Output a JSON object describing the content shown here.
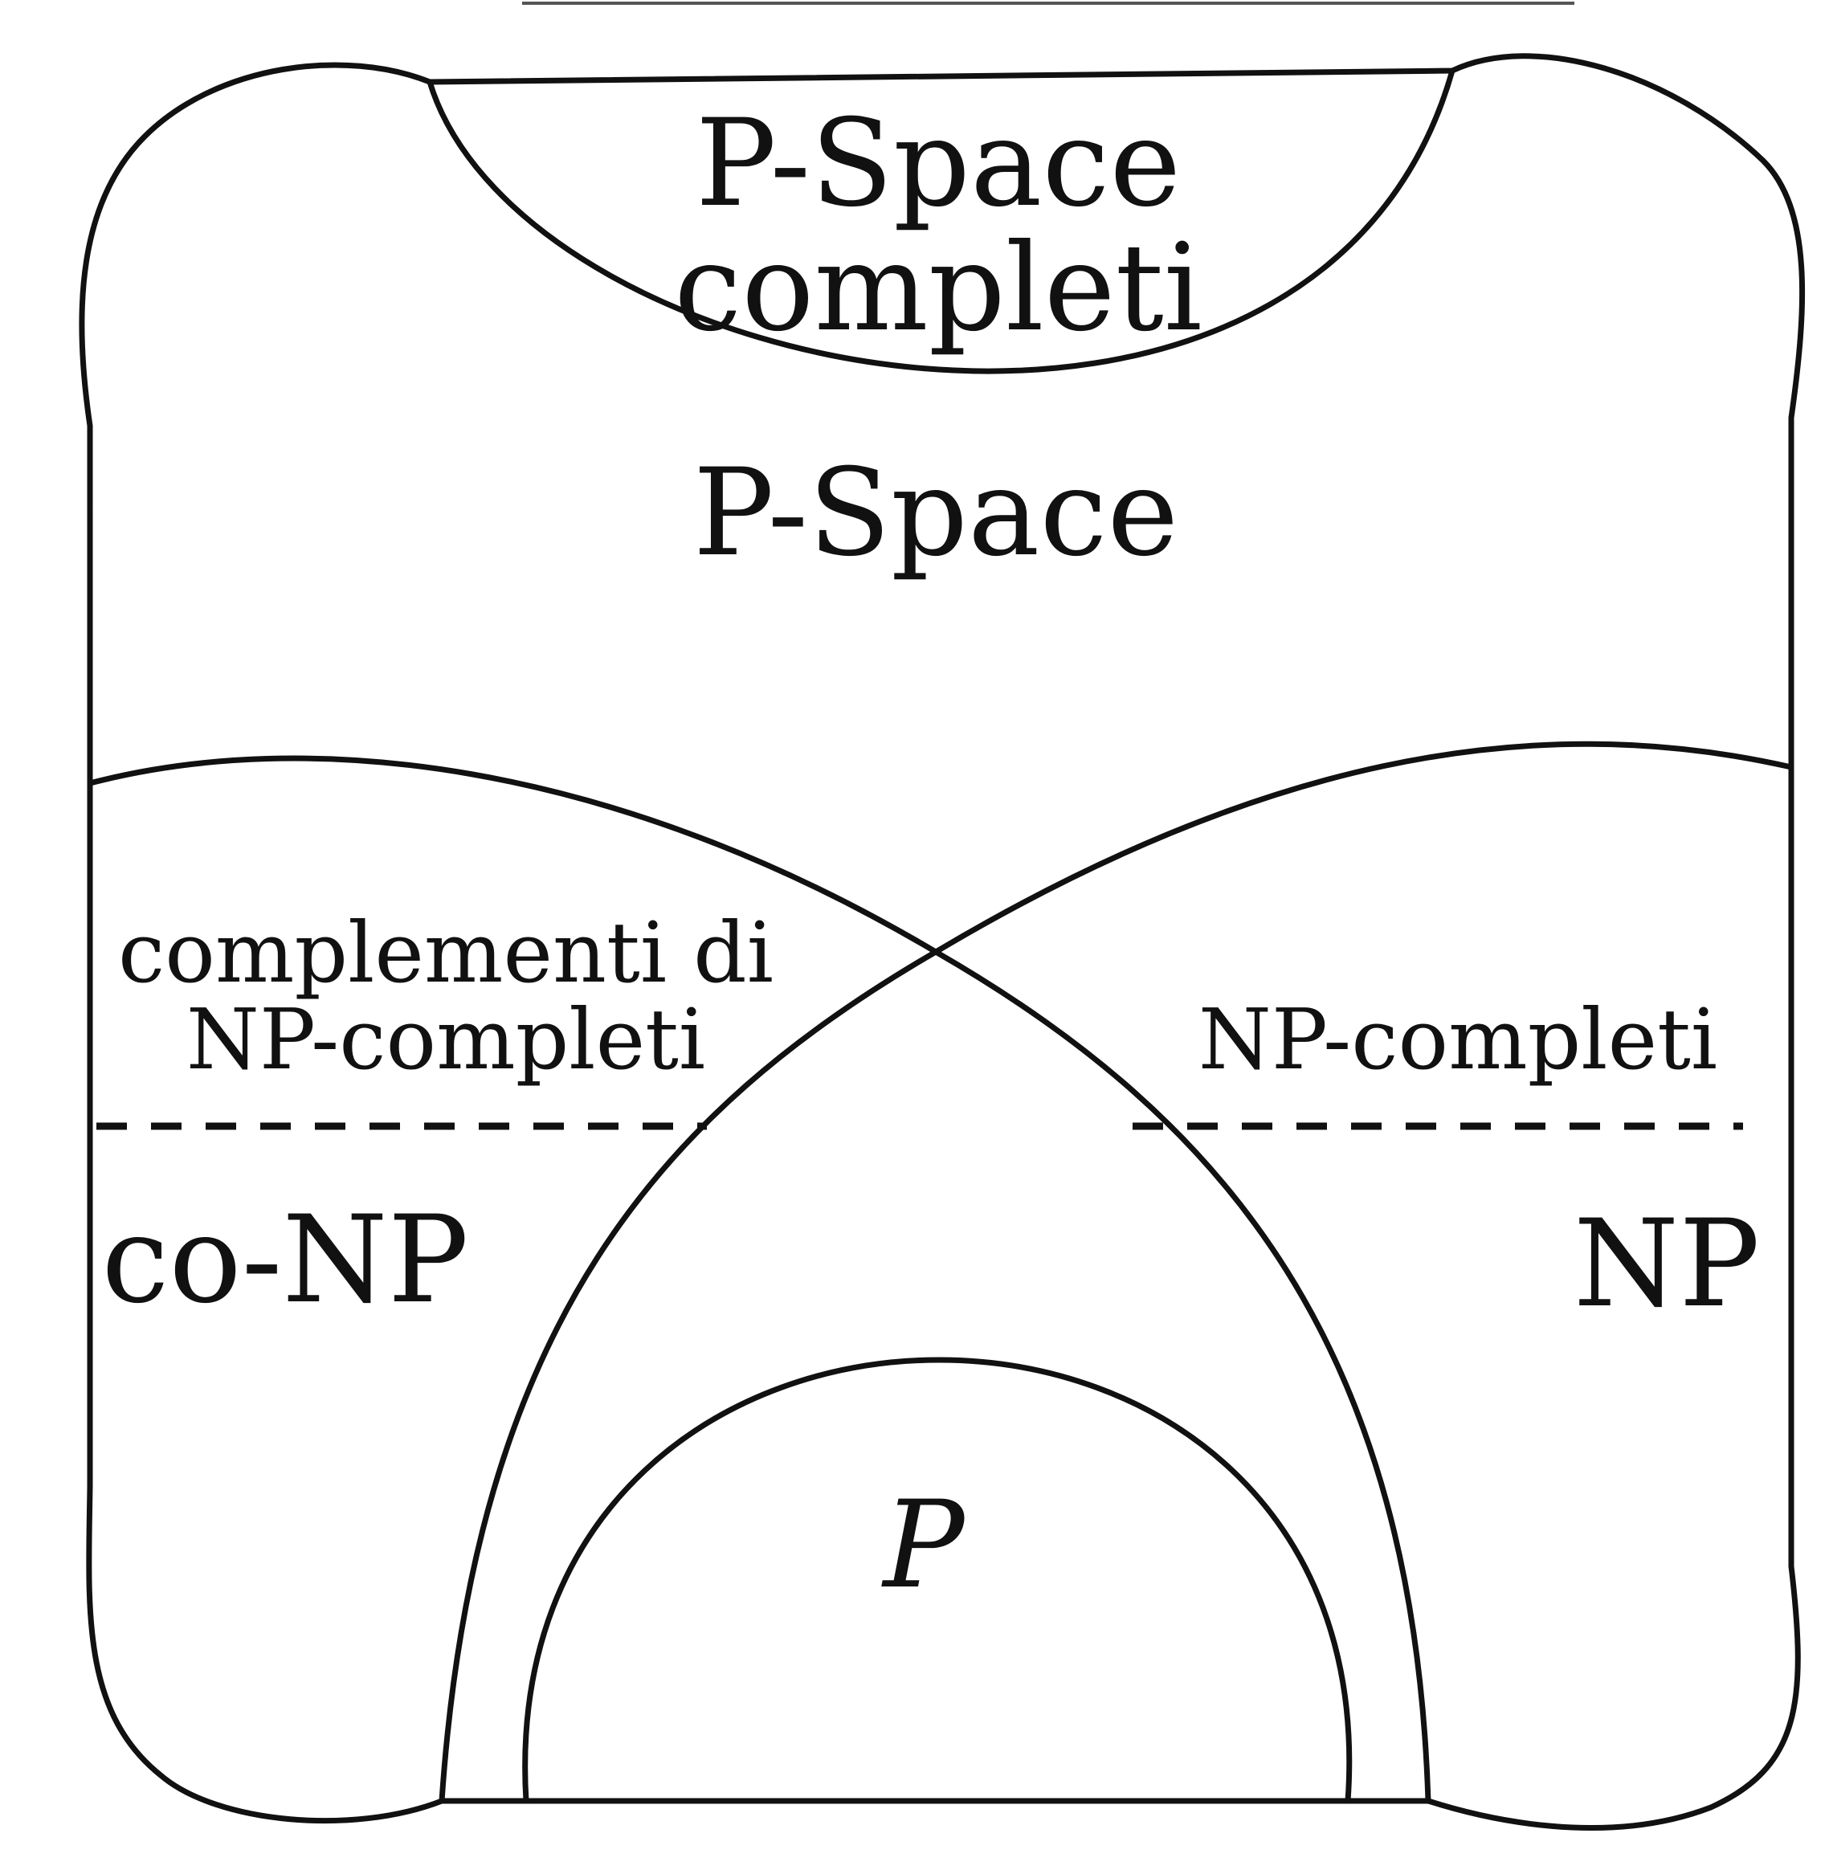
{
  "diagram": {
    "labels": {
      "pspace_complete_line1": "P-Space",
      "pspace_complete_line2": "completi",
      "pspace": "P-Space",
      "co_np_complete_line1": "complementi di",
      "co_np_complete_line2": "NP-completi",
      "np_complete": "NP-completi",
      "co_np": "co-NP",
      "np": "NP",
      "p": "P"
    }
  }
}
